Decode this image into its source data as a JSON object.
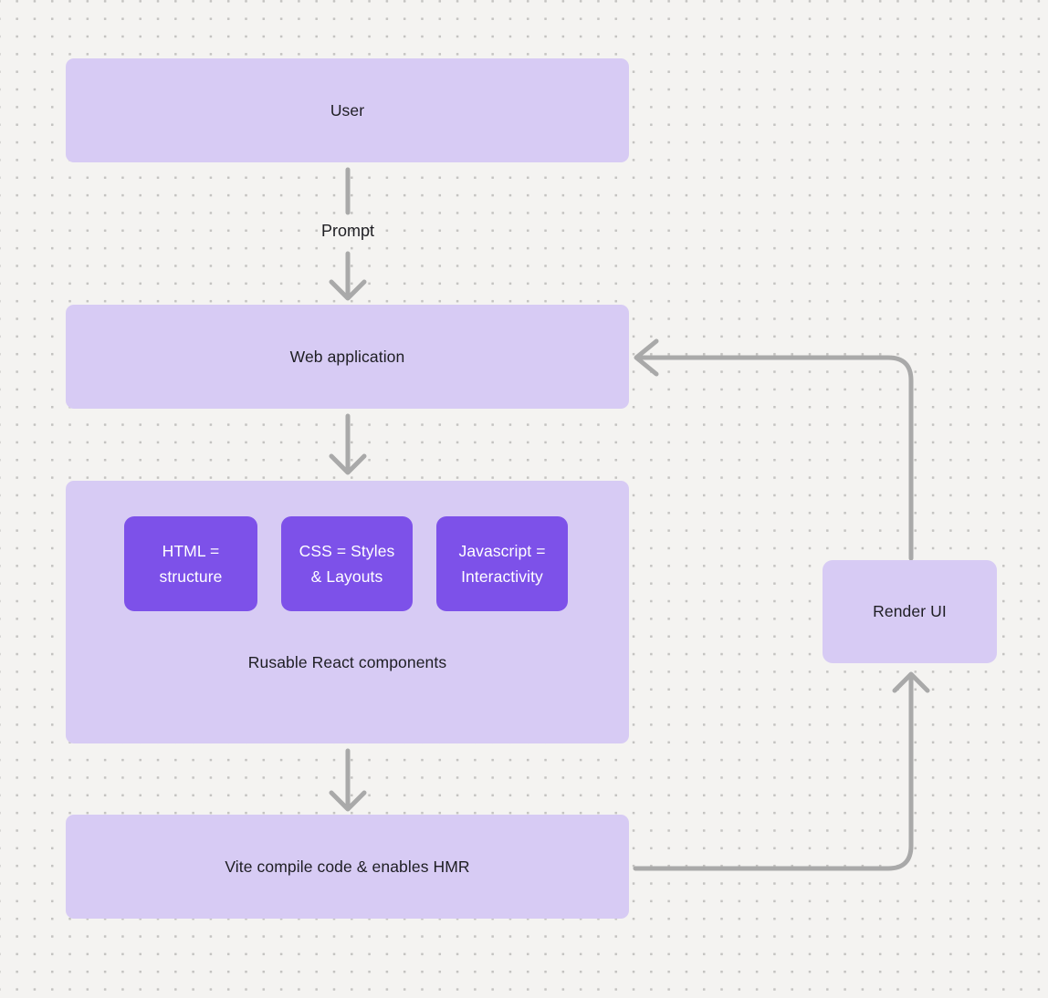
{
  "diagram": {
    "title_hint": "React + Vite development flow",
    "colors": {
      "background": "#f4f3f1",
      "dot_grid": "#c4c3c1",
      "node_fill": "#d7cbf4",
      "inner_node_fill": "#7d51e9",
      "node_text": "#1e1e23",
      "inner_node_text": "#ffffff",
      "connector": "#a9a9a9"
    },
    "nodes": {
      "user": {
        "label": "User"
      },
      "web_application": {
        "label": "Web application"
      },
      "components": {
        "label": "Rusable React components",
        "items": [
          {
            "line1": "HTML =",
            "line2": "structure"
          },
          {
            "line1": "CSS = Styles",
            "line2": "& Layouts"
          },
          {
            "line1": "Javascript =",
            "line2": "Interactivity"
          }
        ]
      },
      "vite": {
        "label": "Vite compile code & enables HMR"
      },
      "render_ui": {
        "label": "Render UI"
      }
    },
    "edges": {
      "prompt_label": "Prompt",
      "list": [
        {
          "from": "user",
          "to": "web_application",
          "label": "Prompt"
        },
        {
          "from": "web_application",
          "to": "components",
          "label": ""
        },
        {
          "from": "components",
          "to": "vite",
          "label": ""
        },
        {
          "from": "vite",
          "to": "render_ui",
          "label": ""
        },
        {
          "from": "render_ui",
          "to": "web_application",
          "label": ""
        }
      ]
    }
  }
}
